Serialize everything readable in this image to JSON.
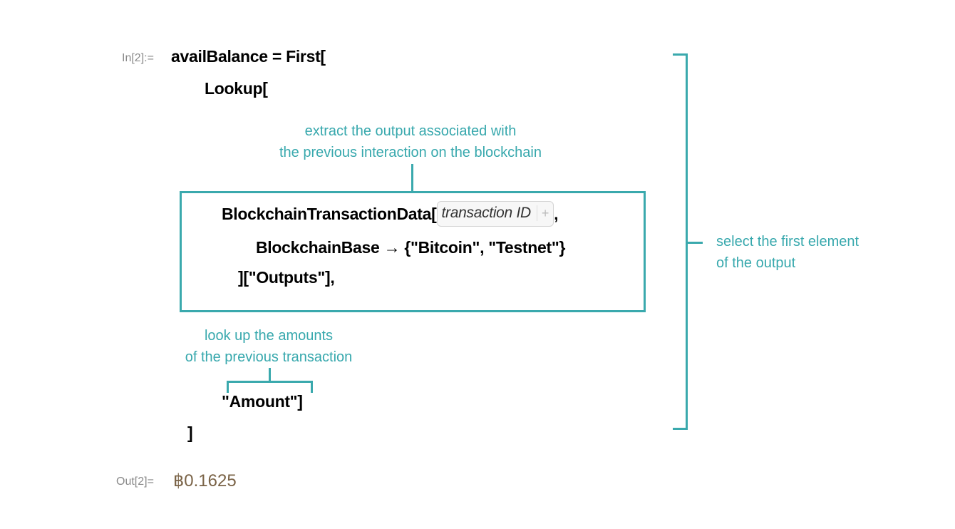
{
  "cell": {
    "in_label": "In[2]:=",
    "out_label": "Out[2]=",
    "lines": {
      "line1": "availBalance = First[",
      "line2": "Lookup[",
      "line3_head": "BlockchainTransactionData[",
      "line3_tail": ",",
      "line4": "BlockchainBase → {\"Bitcoin\",  \"Testnet\"}",
      "line5": "][\"Outputs\"],",
      "line6": "\"Amount\"]",
      "line7": "]"
    },
    "placeholder": {
      "text": "transaction ID",
      "plus_icon": "+"
    },
    "output_value": "฿0.1625"
  },
  "annotations": {
    "extract": [
      "extract the output associated with",
      "the previous interaction on the blockchain"
    ],
    "lookup": [
      "look up the amounts",
      "of the previous transaction"
    ],
    "select": [
      "select the first element",
      "of the output"
    ]
  },
  "colors": {
    "accent": "#3aa9ad",
    "output": "#7a6347",
    "label": "#8a8a8a"
  }
}
